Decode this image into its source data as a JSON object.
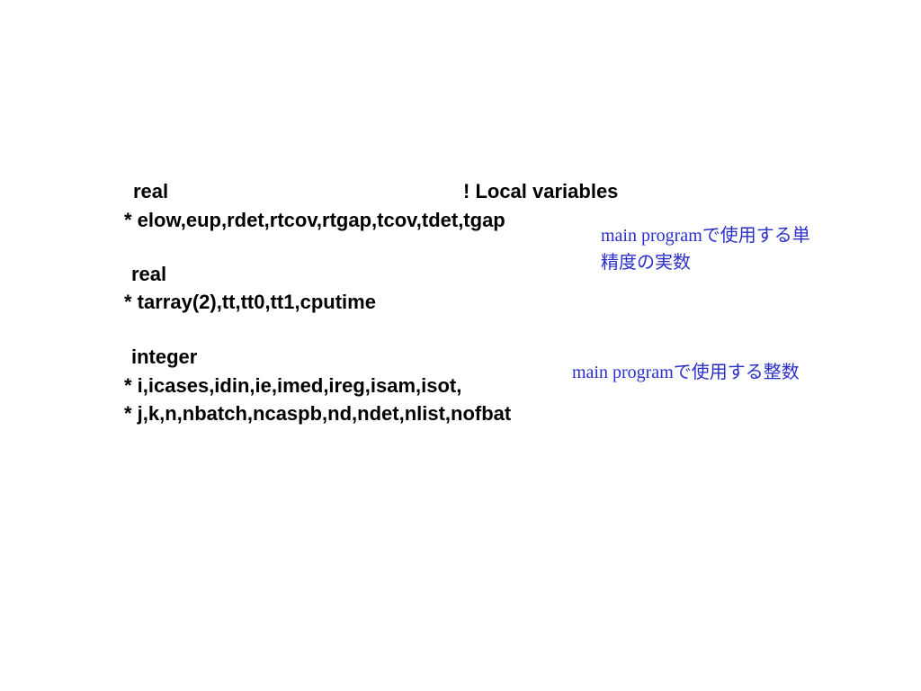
{
  "code": {
    "real_keyword_1": "real",
    "comment": "! Local variables",
    "real_vars_1": "* elow,eup,rdet,rtcov,rtgap,tcov,tdet,tgap",
    "real_keyword_2": "real",
    "real_vars_2": "* tarray(2),tt,tt0,tt1,cputime",
    "integer_keyword": "integer",
    "integer_vars_1": "* i,icases,idin,ie,imed,ireg,isam,isot,",
    "integer_vars_2": "* j,k,n,nbatch,ncaspb,nd,ndet,nlist,nofbat"
  },
  "annotations": {
    "single_precision_line1": "main programで使用する単",
    "single_precision_line2": "精度の実数",
    "integer_note": "main programで使用する整数"
  },
  "colors": {
    "code_text": "#000000",
    "annotation_text": "#2a2fc8",
    "background": "#ffffff"
  }
}
